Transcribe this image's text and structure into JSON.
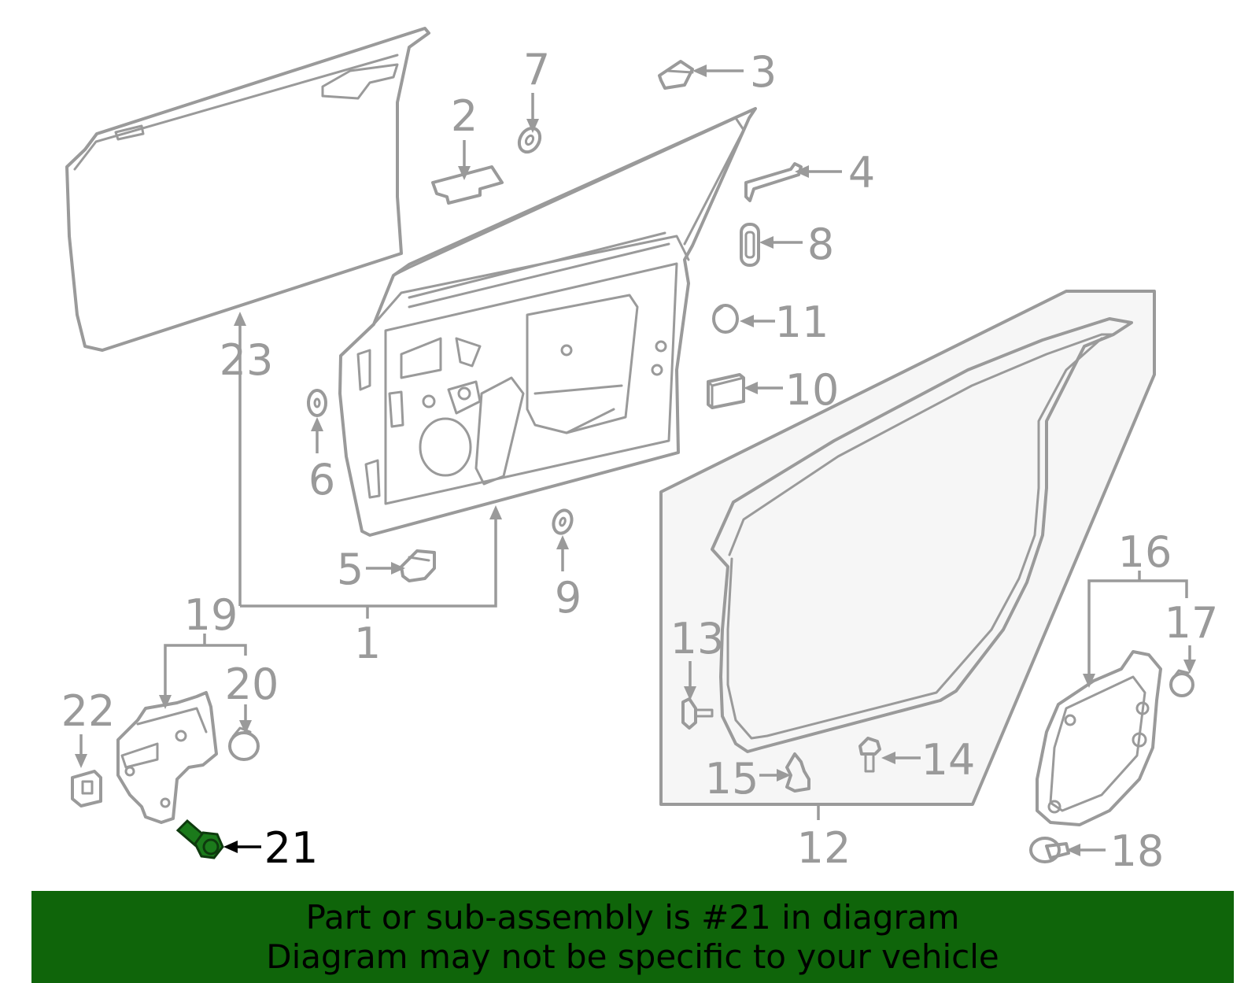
{
  "callouts": {
    "c1": "1",
    "c2": "2",
    "c3": "3",
    "c4": "4",
    "c5": "5",
    "c6": "6",
    "c7": "7",
    "c8": "8",
    "c9": "9",
    "c10": "10",
    "c11": "11",
    "c12": "12",
    "c13": "13",
    "c14": "14",
    "c15": "15",
    "c16": "16",
    "c17": "17",
    "c18": "18",
    "c19": "19",
    "c20": "20",
    "c21": "21",
    "c22": "22",
    "c23": "23"
  },
  "highlighted_part": "21",
  "colors": {
    "part_stroke": "#9a9a9a",
    "highlight": "#1b7a1b",
    "banner": "#0f650a",
    "text_active": "#000000"
  },
  "banner": {
    "line1": "Part or sub-assembly is #21 in diagram",
    "line2": "Diagram may not be specific to your vehicle"
  }
}
